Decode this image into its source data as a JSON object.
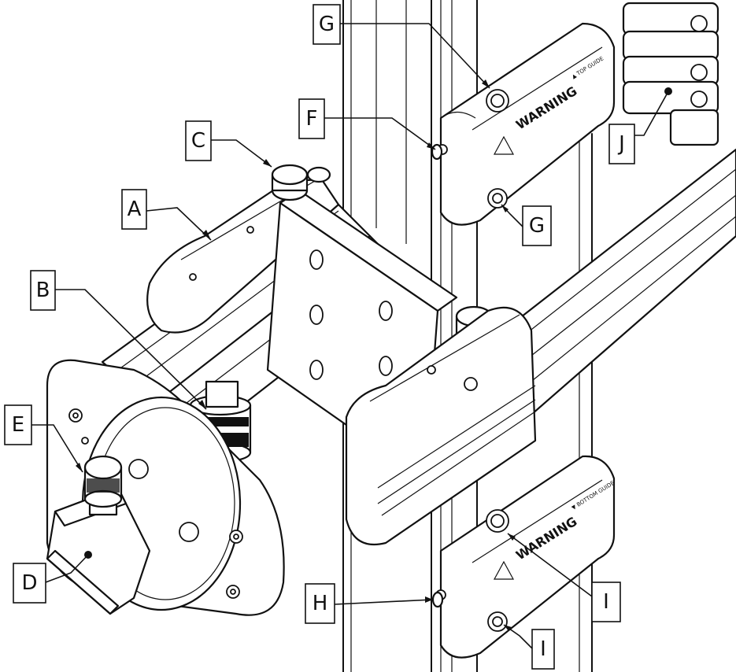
{
  "callouts": [
    {
      "id": "A",
      "label": "A"
    },
    {
      "id": "B",
      "label": "B"
    },
    {
      "id": "C",
      "label": "C"
    },
    {
      "id": "D",
      "label": "D"
    },
    {
      "id": "E",
      "label": "E"
    },
    {
      "id": "F",
      "label": "F"
    },
    {
      "id": "G1",
      "label": "G"
    },
    {
      "id": "G2",
      "label": "G"
    },
    {
      "id": "H",
      "label": "H"
    },
    {
      "id": "I1",
      "label": "I"
    },
    {
      "id": "I2",
      "label": "I"
    },
    {
      "id": "J",
      "label": "J"
    }
  ],
  "warning_upper": "WARNING",
  "warning_lower": "WARNING",
  "tag_upper": "▲ TOP GUIDE",
  "tag_lower": "▼ BOTTOM GUIDE"
}
